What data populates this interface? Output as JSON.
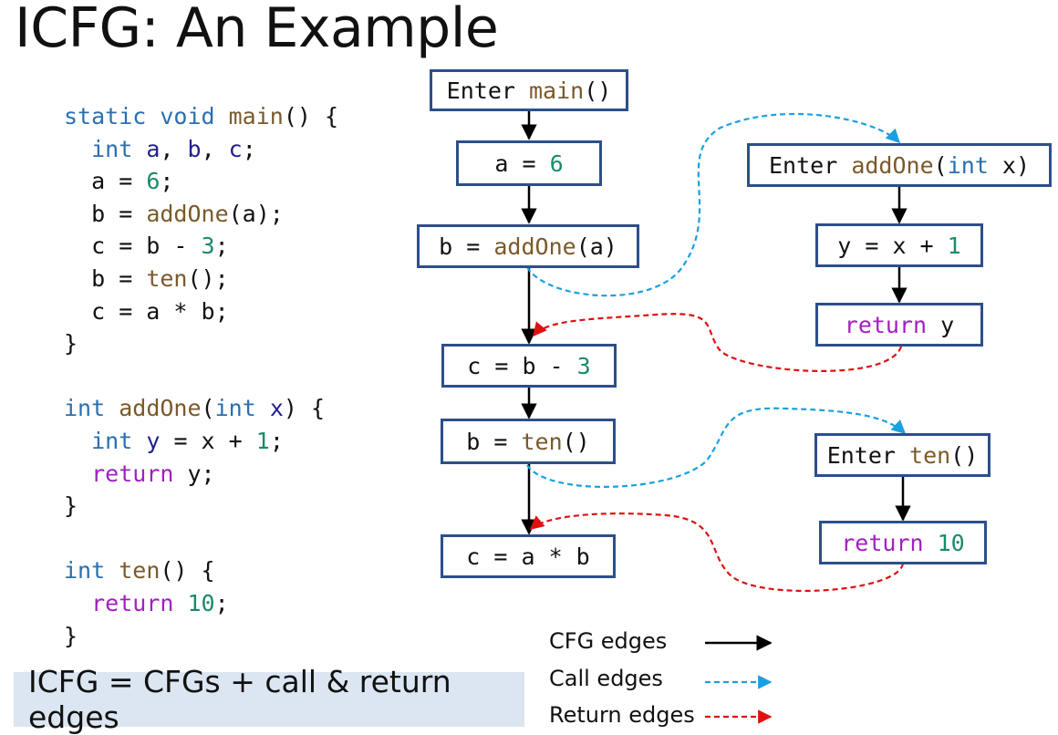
{
  "title": "ICFG: An Example",
  "code": {
    "lines": [
      [
        {
          "t": "static ",
          "c": "kw"
        },
        {
          "t": "void ",
          "c": "ty"
        },
        {
          "t": "main",
          "c": "fn"
        },
        {
          "t": "() {",
          "c": ""
        }
      ],
      [
        {
          "t": "  ",
          "c": ""
        },
        {
          "t": "int ",
          "c": "ty"
        },
        {
          "t": "a",
          "c": "var"
        },
        {
          "t": ", ",
          "c": ""
        },
        {
          "t": "b",
          "c": "var"
        },
        {
          "t": ", ",
          "c": ""
        },
        {
          "t": "c",
          "c": "var"
        },
        {
          "t": ";",
          "c": ""
        }
      ],
      [
        {
          "t": "  a = ",
          "c": ""
        },
        {
          "t": "6",
          "c": "num"
        },
        {
          "t": ";",
          "c": ""
        }
      ],
      [
        {
          "t": "  b = ",
          "c": ""
        },
        {
          "t": "addOne",
          "c": "fn"
        },
        {
          "t": "(a);",
          "c": ""
        }
      ],
      [
        {
          "t": "  c = b - ",
          "c": ""
        },
        {
          "t": "3",
          "c": "num"
        },
        {
          "t": ";",
          "c": ""
        }
      ],
      [
        {
          "t": "  b = ",
          "c": ""
        },
        {
          "t": "ten",
          "c": "fn"
        },
        {
          "t": "();",
          "c": ""
        }
      ],
      [
        {
          "t": "  c = a * b;",
          "c": ""
        }
      ],
      [
        {
          "t": "}",
          "c": ""
        }
      ],
      [
        {
          "t": "",
          "c": ""
        }
      ],
      [
        {
          "t": "int ",
          "c": "ty"
        },
        {
          "t": "addOne",
          "c": "fn"
        },
        {
          "t": "(",
          "c": ""
        },
        {
          "t": "int ",
          "c": "ty"
        },
        {
          "t": "x",
          "c": "var"
        },
        {
          "t": ") {",
          "c": ""
        }
      ],
      [
        {
          "t": "  ",
          "c": ""
        },
        {
          "t": "int ",
          "c": "ty"
        },
        {
          "t": "y",
          "c": "var"
        },
        {
          "t": " = x + ",
          "c": ""
        },
        {
          "t": "1",
          "c": "num"
        },
        {
          "t": ";",
          "c": ""
        }
      ],
      [
        {
          "t": "  ",
          "c": ""
        },
        {
          "t": "return",
          "c": "ret"
        },
        {
          "t": " y;",
          "c": ""
        }
      ],
      [
        {
          "t": "}",
          "c": ""
        }
      ],
      [
        {
          "t": "",
          "c": ""
        }
      ],
      [
        {
          "t": "int ",
          "c": "ty"
        },
        {
          "t": "ten",
          "c": "fn"
        },
        {
          "t": "() {",
          "c": ""
        }
      ],
      [
        {
          "t": "  ",
          "c": ""
        },
        {
          "t": "return",
          "c": "ret"
        },
        {
          "t": " ",
          "c": ""
        },
        {
          "t": "10",
          "c": "num"
        },
        {
          "t": ";",
          "c": ""
        }
      ],
      [
        {
          "t": "}",
          "c": ""
        }
      ]
    ]
  },
  "summary": "ICFG = CFGs + call & return edges",
  "nodes": {
    "enter_main": [
      {
        "t": "Enter ",
        "c": ""
      },
      {
        "t": "main",
        "c": "fn"
      },
      {
        "t": "()",
        "c": ""
      }
    ],
    "a_assign": [
      {
        "t": "a = ",
        "c": ""
      },
      {
        "t": "6",
        "c": "num"
      }
    ],
    "b_call_addone": [
      {
        "t": "b = ",
        "c": ""
      },
      {
        "t": "addOne",
        "c": "fn"
      },
      {
        "t": "(a)",
        "c": ""
      }
    ],
    "c_assign_sub": [
      {
        "t": "c = b - ",
        "c": ""
      },
      {
        "t": "3",
        "c": "num"
      }
    ],
    "b_call_ten": [
      {
        "t": "b = ",
        "c": ""
      },
      {
        "t": "ten",
        "c": "fn"
      },
      {
        "t": "()",
        "c": ""
      }
    ],
    "c_assign_mul": [
      {
        "t": "c = a * b",
        "c": ""
      }
    ],
    "enter_addone": [
      {
        "t": "Enter ",
        "c": ""
      },
      {
        "t": "addOne",
        "c": "fn"
      },
      {
        "t": "(",
        "c": ""
      },
      {
        "t": "int",
        "c": "ty"
      },
      {
        "t": " x)",
        "c": ""
      }
    ],
    "y_assign": [
      {
        "t": "y = x + ",
        "c": ""
      },
      {
        "t": "1",
        "c": "num"
      }
    ],
    "return_y": [
      {
        "t": "return",
        "c": "ret"
      },
      {
        "t": " y",
        "c": ""
      }
    ],
    "enter_ten": [
      {
        "t": "Enter ",
        "c": ""
      },
      {
        "t": "ten",
        "c": "fn"
      },
      {
        "t": "()",
        "c": ""
      }
    ],
    "return_10": [
      {
        "t": "return",
        "c": "ret"
      },
      {
        "t": " ",
        "c": ""
      },
      {
        "t": "10",
        "c": "num"
      }
    ]
  },
  "legend": {
    "cfg": "CFG edges",
    "call": "Call edges",
    "return": "Return edges"
  },
  "colors": {
    "node_border": "#2d4f8a",
    "cfg_edge": "#000000",
    "call_edge": "#1aa0e0",
    "return_edge": "#e01010",
    "summary_bg": "#dce6f2"
  }
}
